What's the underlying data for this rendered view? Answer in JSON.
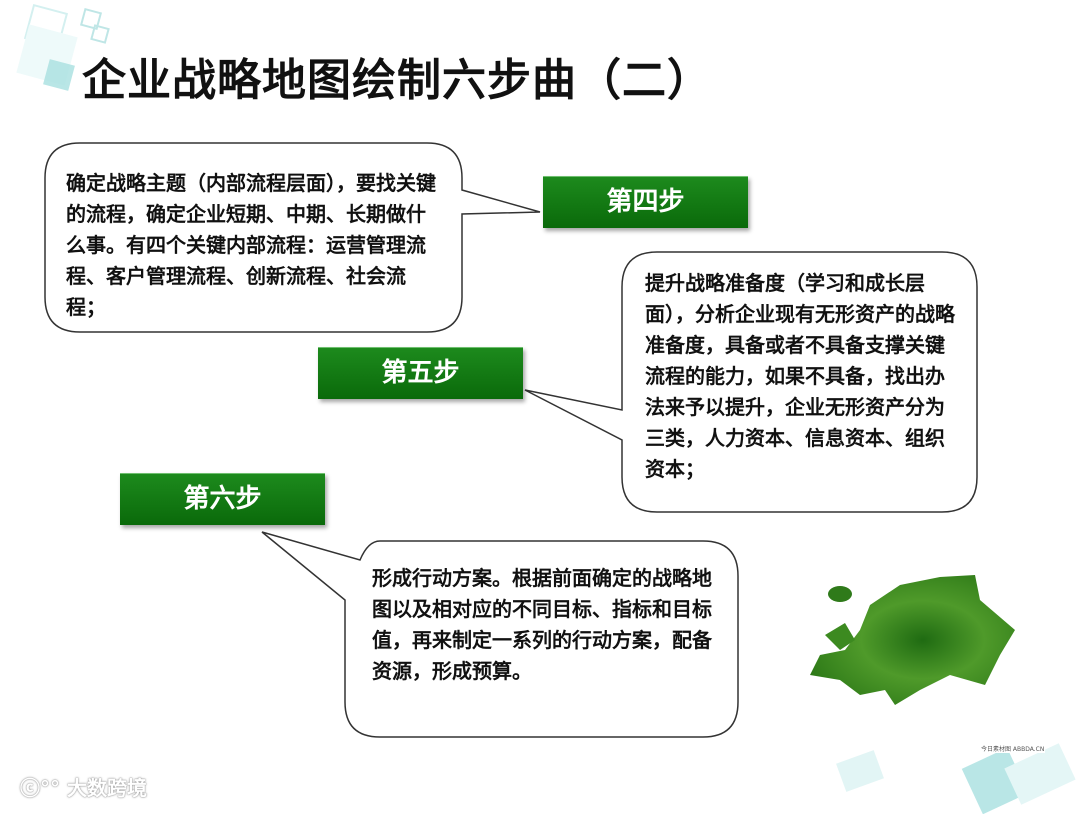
{
  "title": "企业战略地图绘制六步曲（二）",
  "steps": [
    {
      "label": "第四步",
      "text": "确定战略主题（内部流程层面），要找关键的流程，确定企业短期、中期、长期做什么事。有四个关键内部流程：运营管理流程、客户管理流程、创新流程、社会流程；"
    },
    {
      "label": "第五步",
      "text": "提升战略准备度（学习和成长层面），分析企业现有无形资产的战略准备度，具备或者不具备支撑关键流程的能力，如果不具备，找出办法来予以提升，企业无形资产分为三类，人力资本、信息资本、组织资本；"
    },
    {
      "label": "第六步",
      "text": "形成行动方案。根据前面确定的战略地图以及相对应的不同目标、指标和目标值，再来制定一系列的行动方案，配备资源，形成预算。"
    }
  ],
  "watermark": "大数跨境",
  "image_credit": "今日素材图 ABBDA.CN",
  "colors": {
    "step_green": "#117a11",
    "deco_teal": "#9fdcdc",
    "map_green": "#3d8a1f"
  },
  "icons": [
    "europe-map-image",
    "decorative-squares",
    "logo-100"
  ]
}
